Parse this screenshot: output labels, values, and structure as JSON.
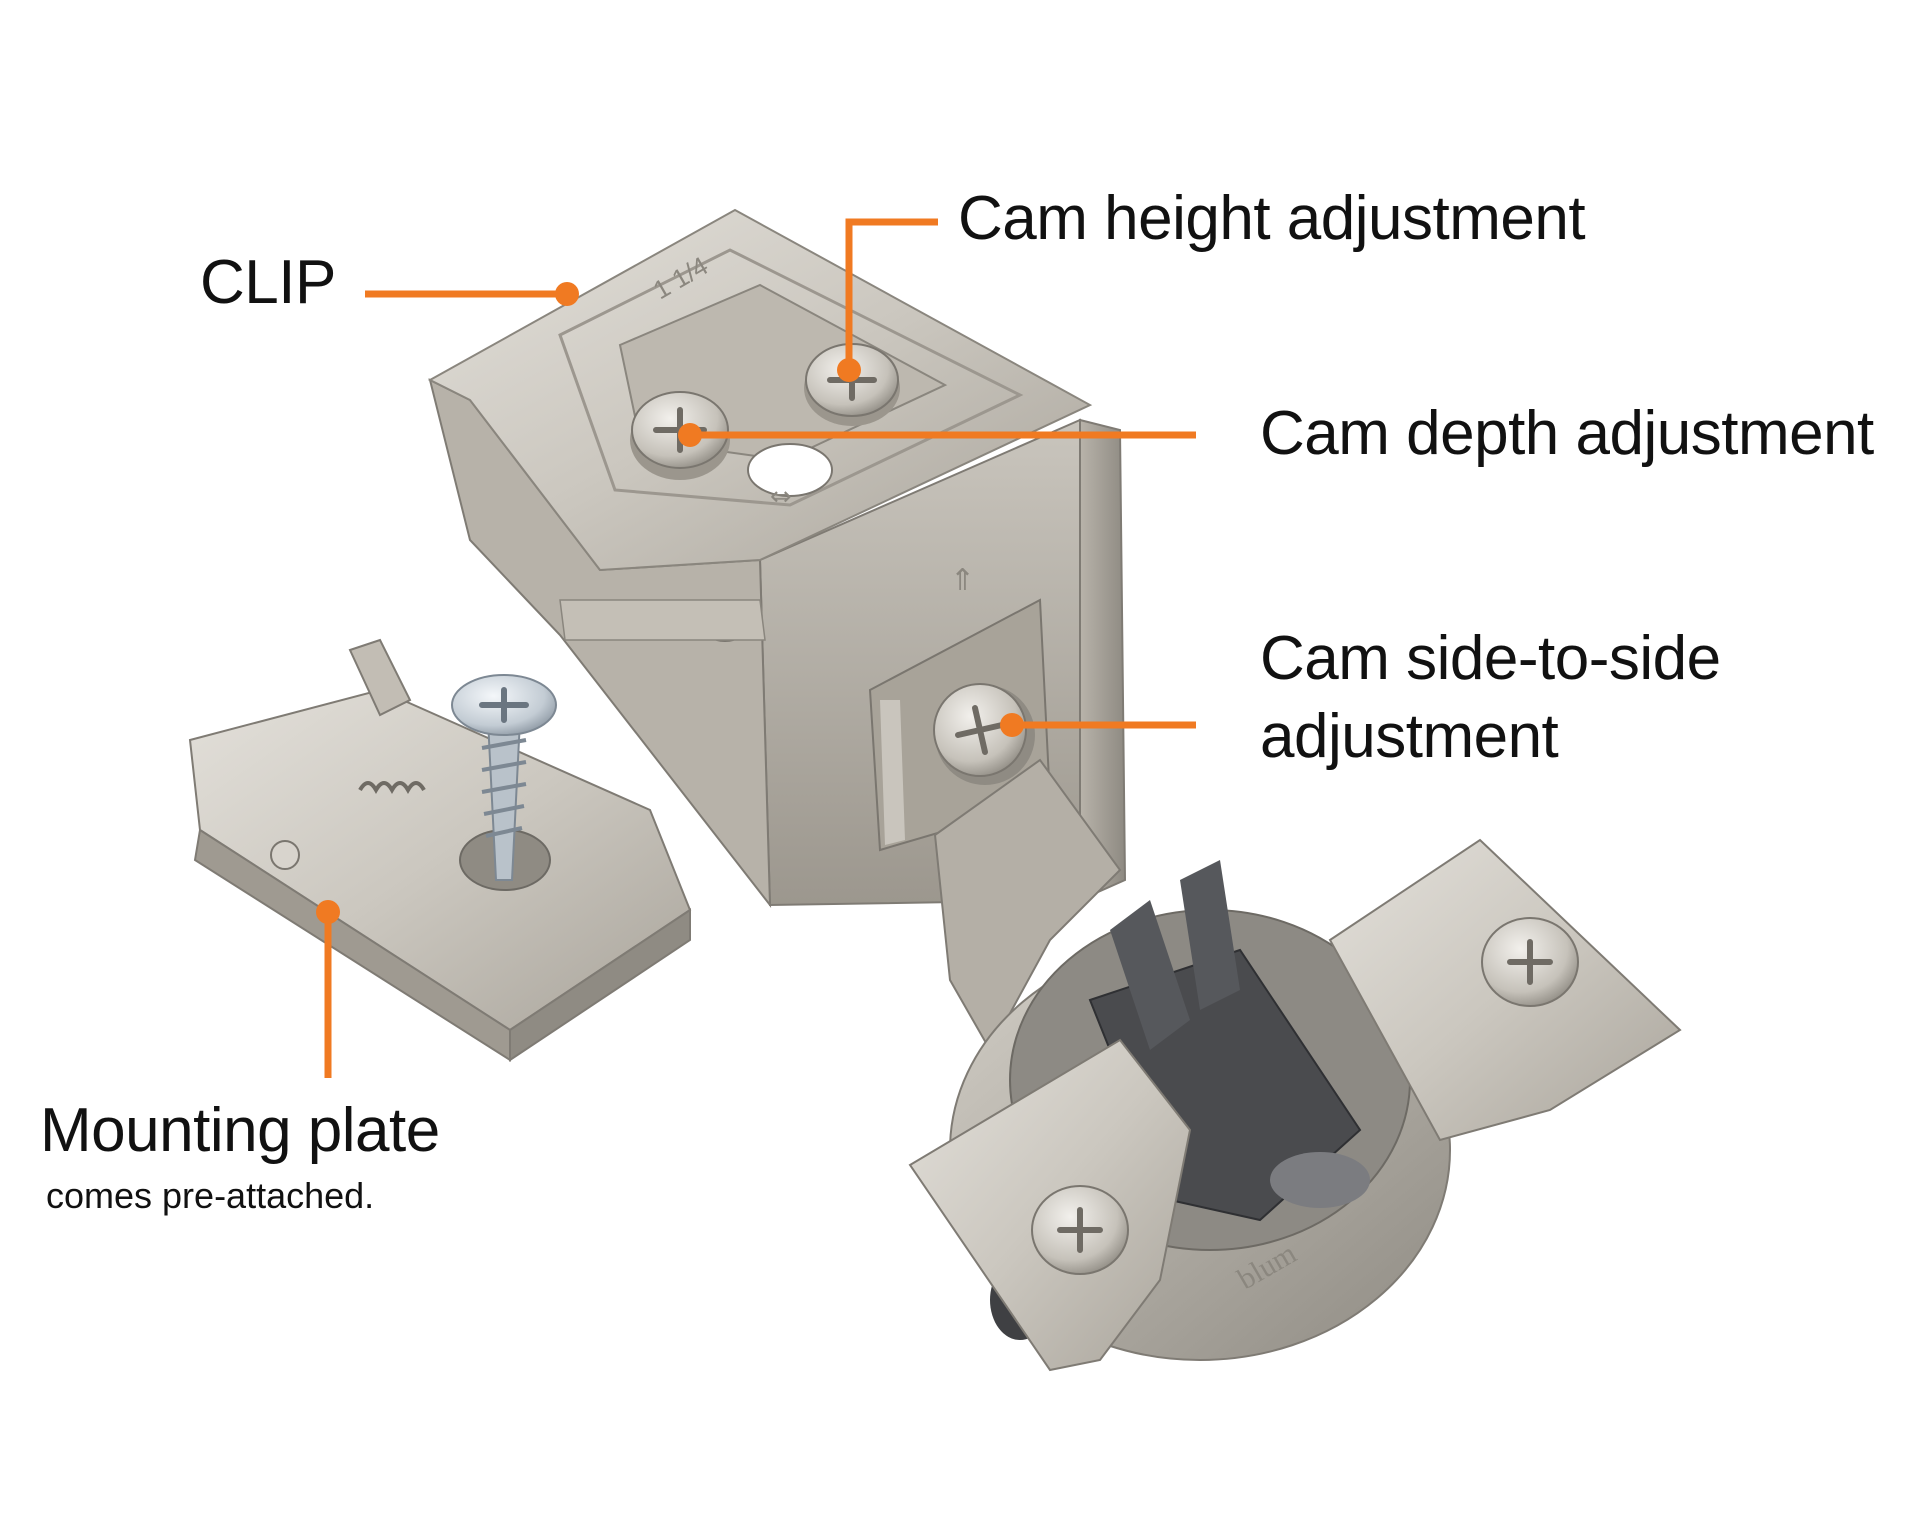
{
  "accent_color": "#F07A22",
  "labels": {
    "clip": "CLIP",
    "cam_height": "Cam height adjustment",
    "cam_depth": "Cam depth adjustment",
    "cam_side_line1": "Cam side-to-side",
    "cam_side_line2": "adjustment",
    "mounting_plate": "Mounting plate",
    "mounting_plate_note": "comes pre-attached."
  },
  "product_markings": {
    "clip_size": "1 1/4",
    "brand": "blum"
  }
}
